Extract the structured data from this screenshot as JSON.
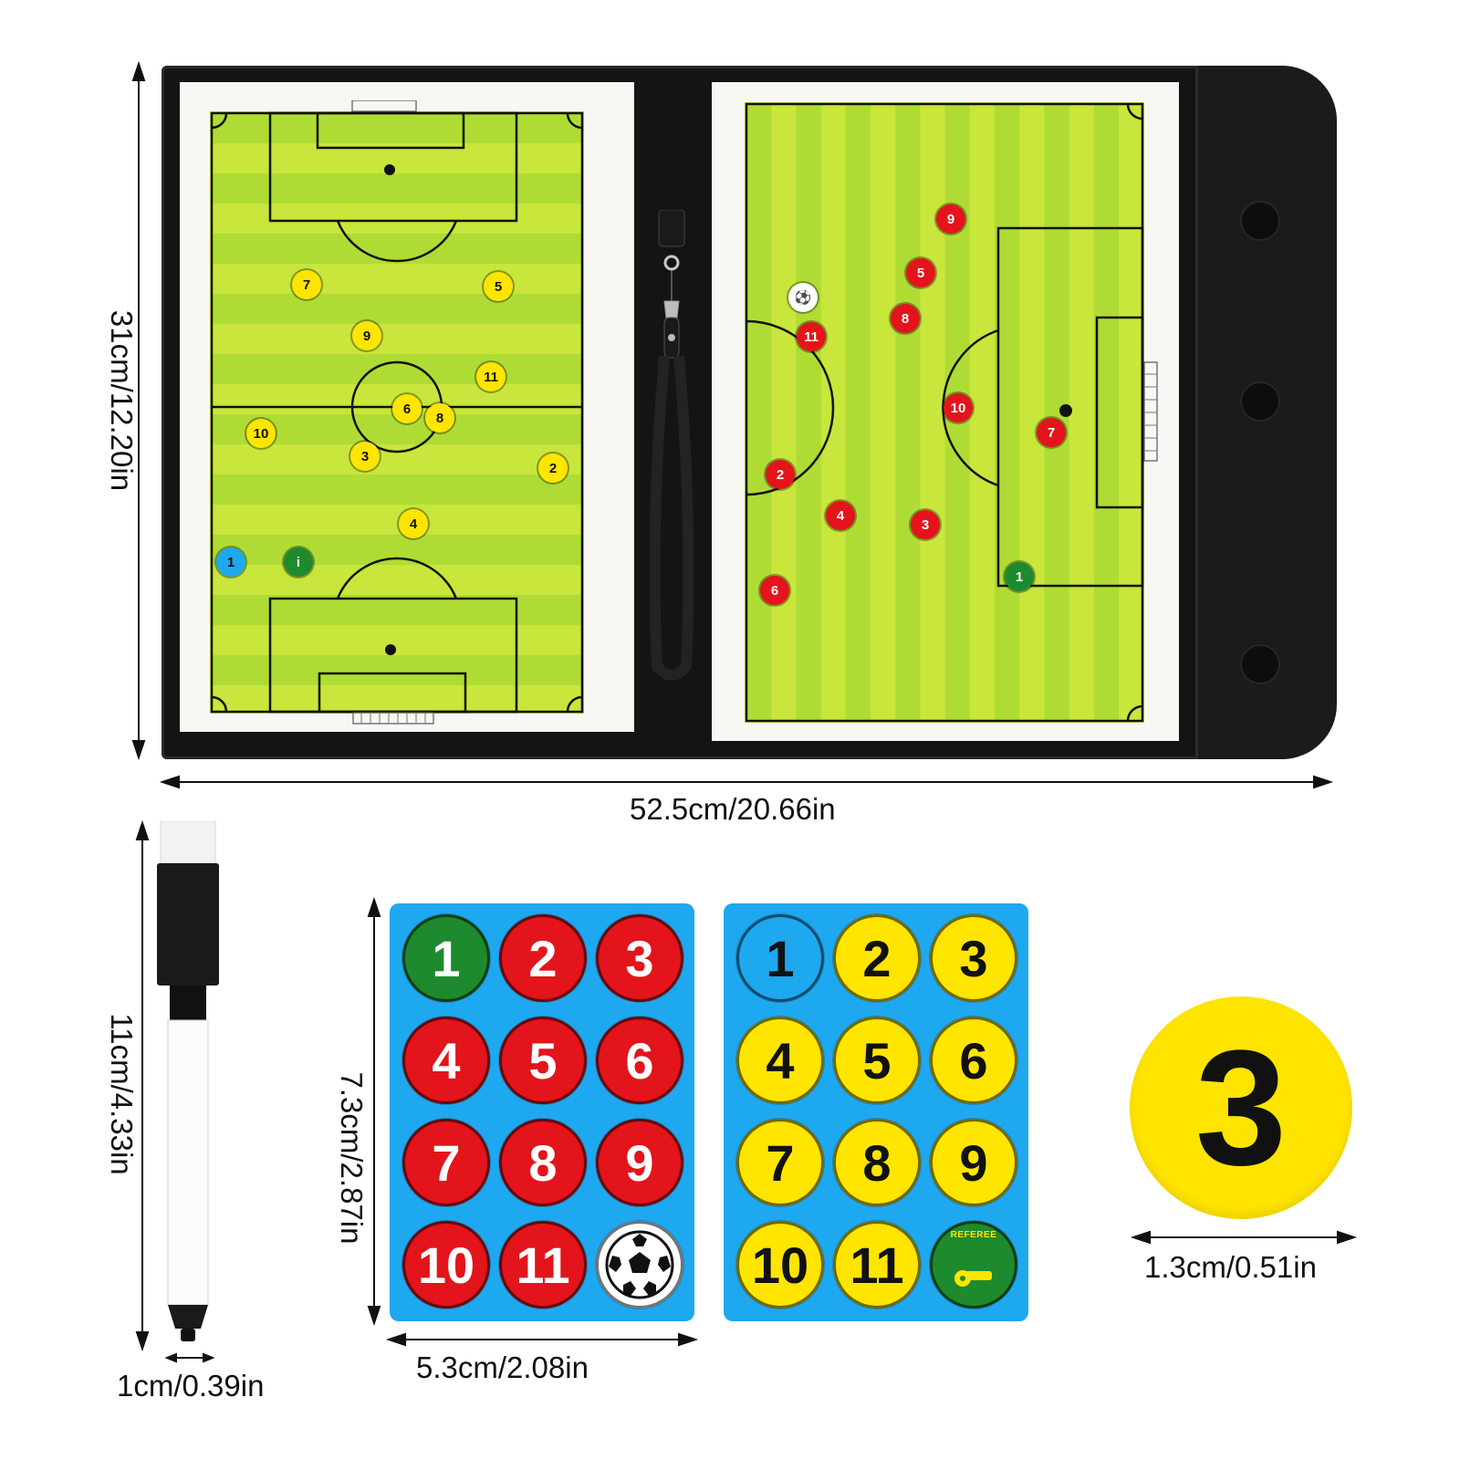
{
  "dimensions": {
    "height": "31cm/12.20in",
    "width": "52.5cm/20.66in",
    "marker_length": "11cm/4.33in",
    "marker_width": "1cm/0.39in",
    "sheet_height": "7.3cm/2.87in",
    "sheet_width": "5.3cm/2.08in",
    "chip_diameter": "1.3cm/0.51in"
  },
  "colors": {
    "field_light": "#c8e63c",
    "field_dark": "#9ad42e",
    "folder": "#141414",
    "sheet": "#1ea8f0",
    "red": "#e3141b",
    "yellow": "#ffe500",
    "green": "#1d8a2e"
  },
  "red_sheet": {
    "magnets": [
      {
        "label": "1",
        "color": "green"
      },
      {
        "label": "2",
        "color": "red"
      },
      {
        "label": "3",
        "color": "red"
      },
      {
        "label": "4",
        "color": "red"
      },
      {
        "label": "5",
        "color": "red"
      },
      {
        "label": "6",
        "color": "red"
      },
      {
        "label": "7",
        "color": "red"
      },
      {
        "label": "8",
        "color": "red"
      },
      {
        "label": "9",
        "color": "red"
      },
      {
        "label": "10",
        "color": "red"
      },
      {
        "label": "11",
        "color": "red"
      },
      {
        "label": "",
        "color": "ball",
        "icon": "soccer-ball-icon"
      }
    ]
  },
  "yellow_sheet": {
    "magnets": [
      {
        "label": "1",
        "color": "blue"
      },
      {
        "label": "2",
        "color": "yellow"
      },
      {
        "label": "3",
        "color": "yellow"
      },
      {
        "label": "4",
        "color": "yellow"
      },
      {
        "label": "5",
        "color": "yellow"
      },
      {
        "label": "6",
        "color": "yellow"
      },
      {
        "label": "7",
        "color": "yellow"
      },
      {
        "label": "8",
        "color": "yellow"
      },
      {
        "label": "9",
        "color": "yellow"
      },
      {
        "label": "10",
        "color": "yellow"
      },
      {
        "label": "11",
        "color": "yellow"
      },
      {
        "label": "REFEREE",
        "color": "ref",
        "icon": "whistle-icon"
      }
    ]
  },
  "big_chip": {
    "label": "3"
  },
  "left_board_pieces": [
    "7",
    "5",
    "9",
    "11",
    "6",
    "8",
    "10",
    "3",
    "2",
    "4",
    "1",
    "i"
  ],
  "right_board_pieces": [
    "9",
    "5",
    "8",
    "11",
    "10",
    "7",
    "2",
    "4",
    "3",
    "6",
    "1"
  ]
}
